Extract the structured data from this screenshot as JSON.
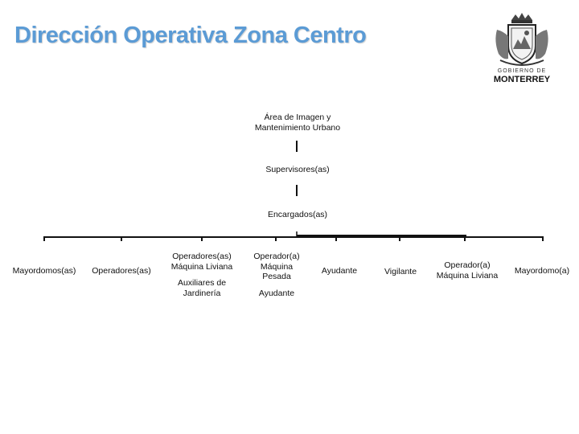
{
  "title": "Dirección Operativa Zona Centro",
  "logo": {
    "line1": "GOBIERNO DE",
    "line2": "MONTERREY"
  },
  "org_chart": {
    "root": {
      "line1": "Área de Imagen y",
      "line2": "Mantenimiento Urbano"
    },
    "supervisors": "Supervisores(as)",
    "managers": "Encargados(as)",
    "units": [
      {
        "lines": [
          "Mayordomos(as)"
        ]
      },
      {
        "lines": [
          "Operadores(as)"
        ]
      },
      {
        "lines": [
          "Operadores(as)",
          "Máquina Liviana"
        ],
        "extra": [
          "Auxiliares de",
          "Jardinería"
        ]
      },
      {
        "lines": [
          "Operador(a)",
          "Máquina",
          "Pesada"
        ],
        "extra": [
          "Ayudante"
        ]
      },
      {
        "lines": [
          "Ayudante"
        ]
      },
      {
        "lines": [
          "Vigilante"
        ]
      },
      {
        "lines": [
          "Operador(a)",
          "Máquina Liviana"
        ]
      },
      {
        "lines": [
          "Mayordomo(a)"
        ]
      }
    ]
  },
  "colors": {
    "title": "#5b9bd5",
    "lines": "#111111"
  }
}
